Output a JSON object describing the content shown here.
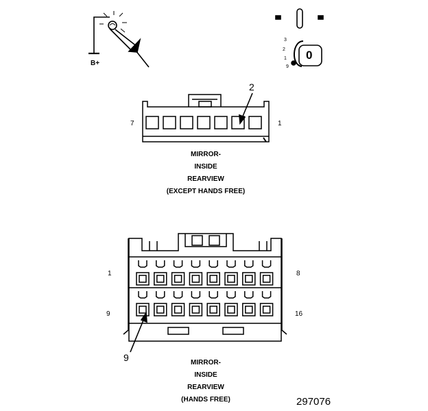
{
  "symbols": {
    "battery_label": "B+",
    "switch_positions": [
      "3",
      "2",
      "1",
      "9"
    ],
    "switch_center": "0"
  },
  "connector_top": {
    "left_pin": "7",
    "right_pin": "1",
    "callout": "2",
    "caption": [
      "MIRROR-",
      "INSIDE",
      "REARVIEW",
      "(EXCEPT HANDS FREE)"
    ]
  },
  "connector_bottom": {
    "top_left_pin": "1",
    "top_right_pin": "8",
    "bottom_left_pin": "9",
    "bottom_right_pin": "16",
    "callout": "9",
    "caption": [
      "MIRROR-",
      "INSIDE",
      "REARVIEW",
      "(HANDS FREE)"
    ]
  },
  "figure_number": "297076"
}
